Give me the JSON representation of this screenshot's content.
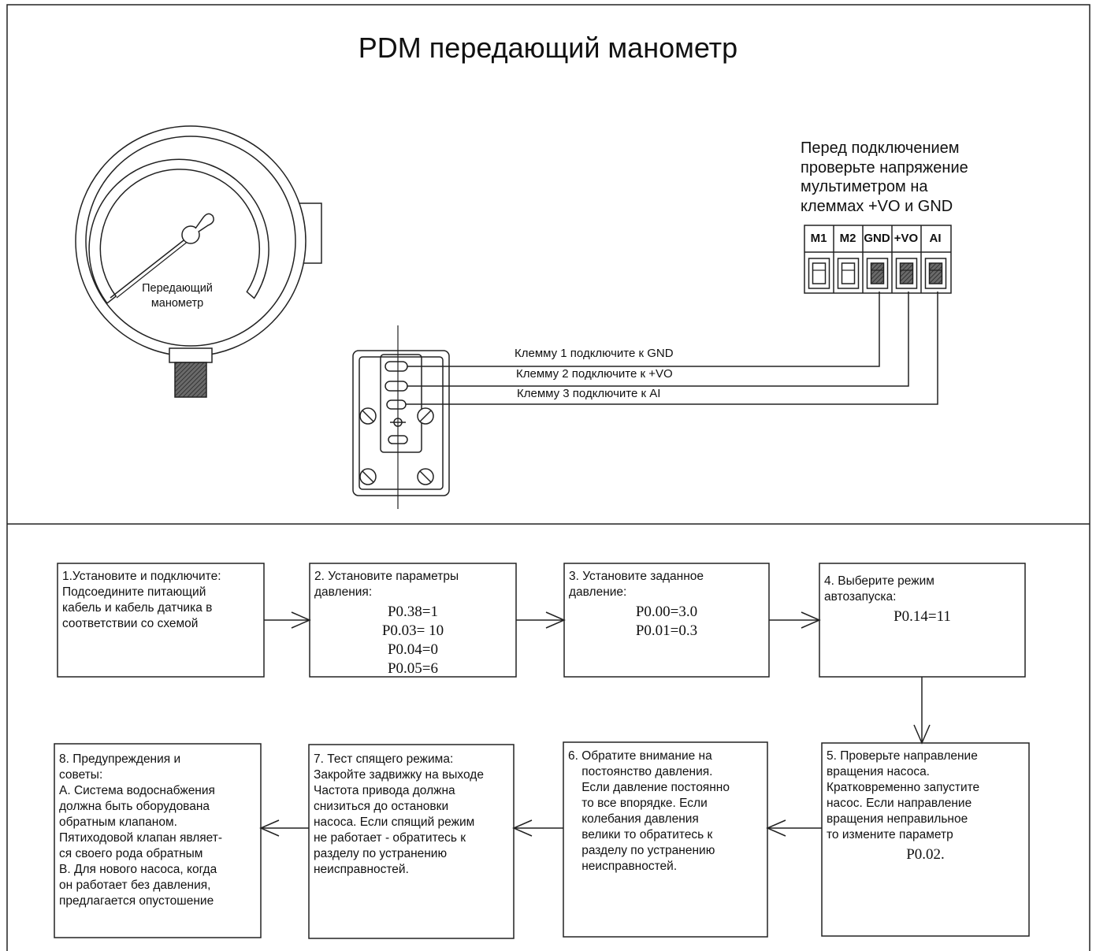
{
  "title": "PDM передающий манометр",
  "gauge_label": [
    "Передающий",
    "манометр"
  ],
  "note": [
    "Перед подключением",
    "проверьте напряжение",
    "мультиметром на",
    "клеммах +VO и GND"
  ],
  "terminals": [
    "M1",
    "M2",
    "GND",
    "+VO",
    "AI"
  ],
  "wires": [
    "Клемму 1 подключите к GND",
    "Клемму 2 подключите к +VO",
    "Клемму 3 подключите к AI"
  ],
  "steps": [
    {
      "id": "1",
      "lines": [
        "1.Установите и подключите:",
        "Подсоедините питающий",
        "кабель и кабель датчика в",
        "соответствии со схемой"
      ],
      "formulas": []
    },
    {
      "id": "2",
      "lines": [
        "2. Установите параметры",
        "давления:"
      ],
      "formulas": [
        "P0.38=1",
        "P0.03= 10",
        "P0.04=0",
        "P0.05=6"
      ]
    },
    {
      "id": "3",
      "lines": [
        "3. Установите заданное",
        "давление:"
      ],
      "formulas": [
        "P0.00=3.0",
        "P0.01=0.3"
      ]
    },
    {
      "id": "4",
      "lines": [
        "4. Выберите режим",
        "автозапуска:"
      ],
      "formulas": [
        "P0.14=11"
      ]
    },
    {
      "id": "5",
      "lines": [
        "5. Проверьте направление",
        "вращения насоса.",
        "Кратковременно запустите",
        "насос. Если направление",
        "вращения неправильное",
        "то измените параметр"
      ],
      "formulas": [
        "P0.02."
      ]
    },
    {
      "id": "6",
      "lines": [
        "6. Обратите внимание на",
        "    постоянство давления.",
        "    Если давление постоянно",
        "    то все впорядке. Если",
        "    колебания давления",
        "    велики то обратитесь к",
        "    разделу по устранению",
        "    неисправностей."
      ],
      "formulas": []
    },
    {
      "id": "7",
      "lines": [
        "7. Тест спящего режима:",
        "Закройте задвижку на выходе",
        "Частота привода должна",
        "снизиться до остановки",
        "насоса. Если спящий режим",
        "не работает - обратитесь к",
        "разделу по устранению",
        "неисправностей."
      ],
      "formulas": []
    },
    {
      "id": "8",
      "lines": [
        "8. Предупреждения и",
        "советы:",
        "A. Система водоснабжения",
        "должна быть оборудована",
        "обратным клапаном.",
        "Пятиходовой клапан являет-",
        "ся своего рода обратным",
        "B. Для нового насоса, когда",
        "он работает без давления,",
        "предлагается опустошение"
      ],
      "formulas": []
    }
  ]
}
